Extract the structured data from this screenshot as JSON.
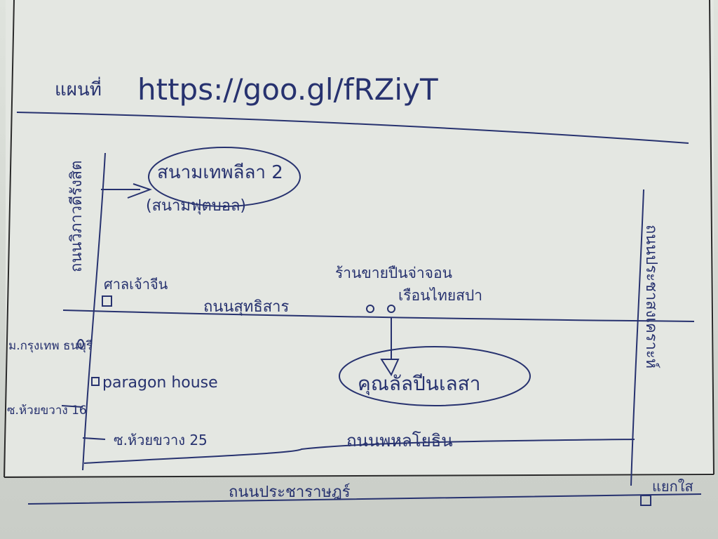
{
  "header": {
    "label": "แผนที่",
    "url": "https://goo.gl/fRZiyT"
  },
  "roads": {
    "vibhavadi": "ถนนวิภาวดีรังสิต",
    "sutthisan": "ถนนสุทธิสาร",
    "phahonyothin": "ถนนพหลโยธิน",
    "pracha_songkhro": "ถนนประชาสงเคราะห์",
    "bottom": "ถนนประชาราษฎร์"
  },
  "landmarks": {
    "stadium": "สนามเทพลีลา 2",
    "stadium_sub": "(สนามฟุตบอล)",
    "shrine": "ศาลเจ้าจีน",
    "shop": "ร้านขายปืนจ่าจอน",
    "restaurant": "เรือนไทยสปา",
    "university": "ม.กรุงเทพ ธนบุรี",
    "paragon": "paragon house",
    "soi_left": "ซ.ห้วยขวาง 16",
    "soi_25": "ซ.ห้วยขวาง 25",
    "destination": "คุณลัลปีนเลสา",
    "bottom_right": "แยกใส"
  },
  "colors": {
    "paper": "#e4e7e2",
    "ink": "#27326f",
    "frame": "#2a2a2a"
  }
}
